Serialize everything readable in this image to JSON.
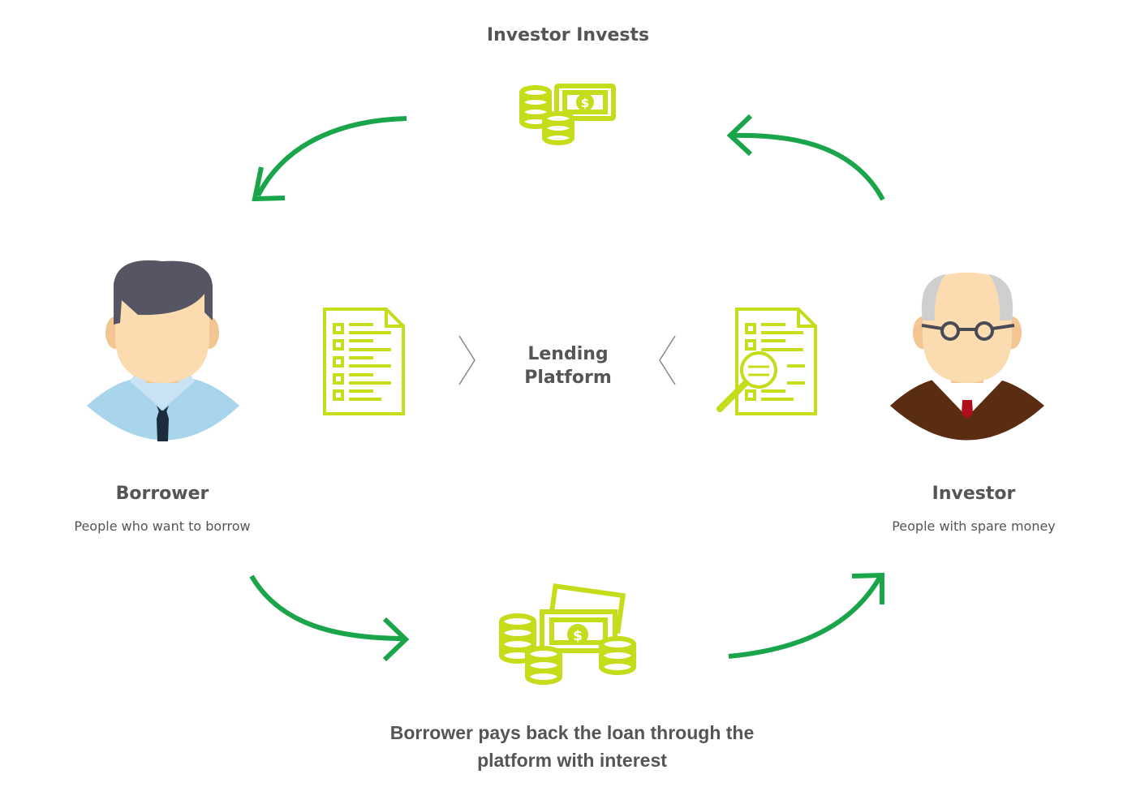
{
  "top_label": "Investor Invests",
  "center_label": {
    "line1": "Lending",
    "line2": "Platform"
  },
  "borrower": {
    "title": "Borrower",
    "description": "People who want to borrow"
  },
  "investor": {
    "title": "Investor",
    "description": "People with spare money"
  },
  "bottom_label": {
    "line1": "Borrower pays back the loan through the",
    "line2": "platform with interest"
  },
  "colors": {
    "arrow": "#1ba54a",
    "icon": "#c5dc1a",
    "text": "#555555",
    "borrower_hair": "#565564",
    "borrower_shirt": "#a8d4ec",
    "investor_jacket": "#5a2d13",
    "investor_tie": "#b0101e",
    "skin": "#fbdcb0"
  },
  "icons": [
    "money-icon",
    "document-list-icon",
    "document-search-icon",
    "money-stack-icon",
    "borrower-avatar-icon",
    "investor-avatar-icon"
  ]
}
